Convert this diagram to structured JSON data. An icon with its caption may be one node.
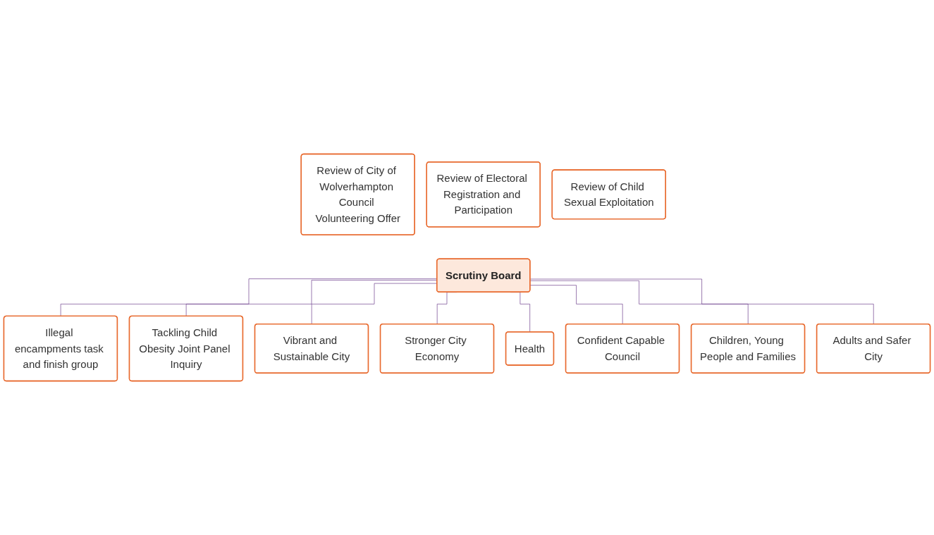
{
  "diagram": {
    "nodes": [
      {
        "text": [
          "Review of City of Wolverhampton Council Volunteering Offer"
        ]
      },
      {
        "text": [
          "Review of Electoral Registration and Participation"
        ]
      },
      {
        "text": [
          "Review of Child Sexual Exploitation"
        ]
      },
      {
        "text": [
          "Scrutiny Board"
        ]
      },
      {
        "text": [
          "Illegal encampments task and finish group"
        ]
      },
      {
        "text": [
          "Tackling Child Obesity Joint Panel Inquiry"
        ]
      },
      {
        "text": [
          "Vibrant and Sustainable City"
        ]
      },
      {
        "text": [
          "Stronger City Economy"
        ]
      },
      {
        "text": [
          "Health"
        ]
      },
      {
        "text": [
          "Confident Capable Council"
        ]
      },
      {
        "text": [
          "Children, Young People and Families"
        ]
      },
      {
        "text": [
          "Adults and Safer City"
        ]
      }
    ],
    "edges": [
      {
        "from": 3,
        "to": 4,
        "arrow": "none"
      },
      {
        "from": 3,
        "to": 5,
        "arrow": "none"
      },
      {
        "from": 3,
        "to": 6,
        "arrow": "none"
      },
      {
        "from": 3,
        "to": 7,
        "arrow": "none"
      },
      {
        "from": 3,
        "to": 8,
        "arrow": "none"
      },
      {
        "from": 3,
        "to": 9,
        "arrow": "none"
      },
      {
        "from": 3,
        "to": 10,
        "arrow": "none"
      },
      {
        "from": 3,
        "to": 11,
        "arrow": "none"
      }
    ]
  }
}
